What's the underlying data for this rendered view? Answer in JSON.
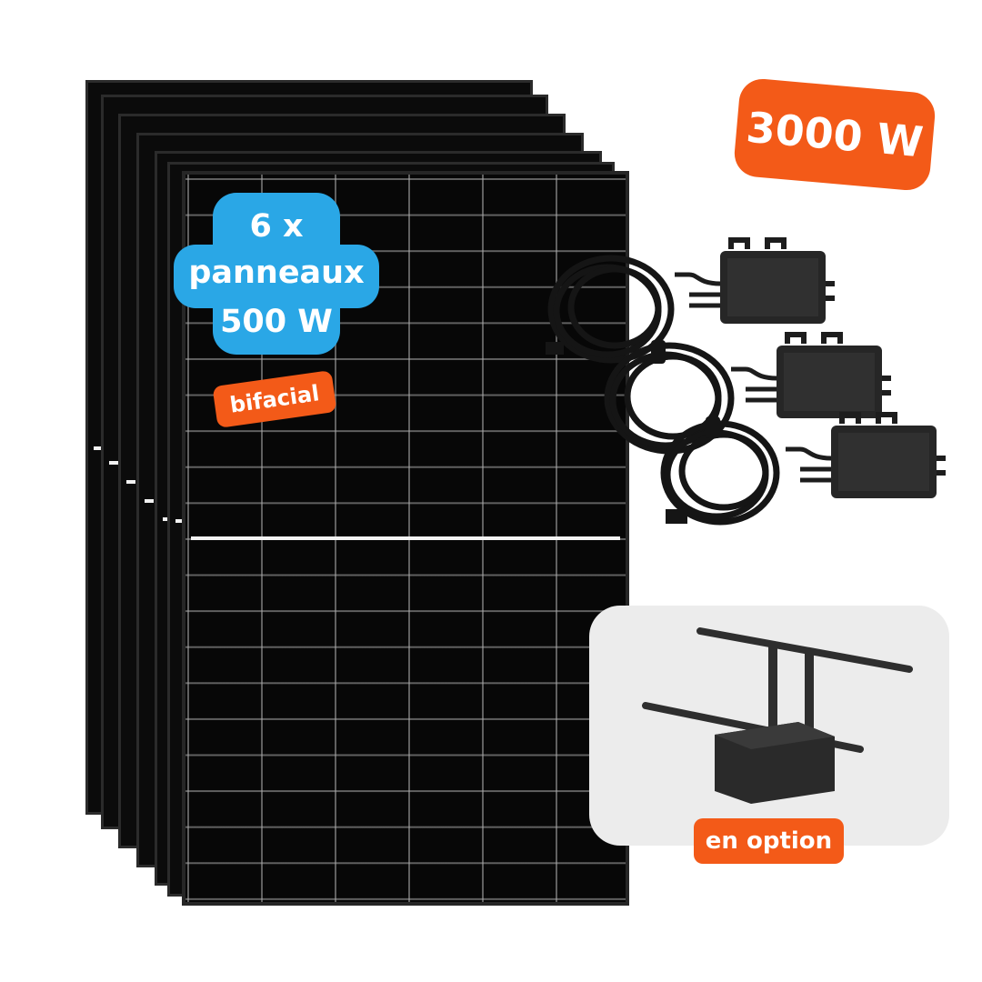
{
  "badges": {
    "power": "3000 W",
    "panels_line1": "6 x",
    "panels_line2": "panneaux",
    "panels_line3": "500 W",
    "bifacial": "bifacial",
    "option": "en option"
  },
  "colors": {
    "accent_orange": "#f35a18",
    "accent_blue": "#2aa7e6",
    "panel_black": "#070707",
    "option_bg": "#ececec"
  },
  "icons": {
    "panels": "solar-panel-icon",
    "inverter": "microinverter-icon",
    "cable": "cable-coil-icon",
    "mount": "panel-mount-icon"
  }
}
